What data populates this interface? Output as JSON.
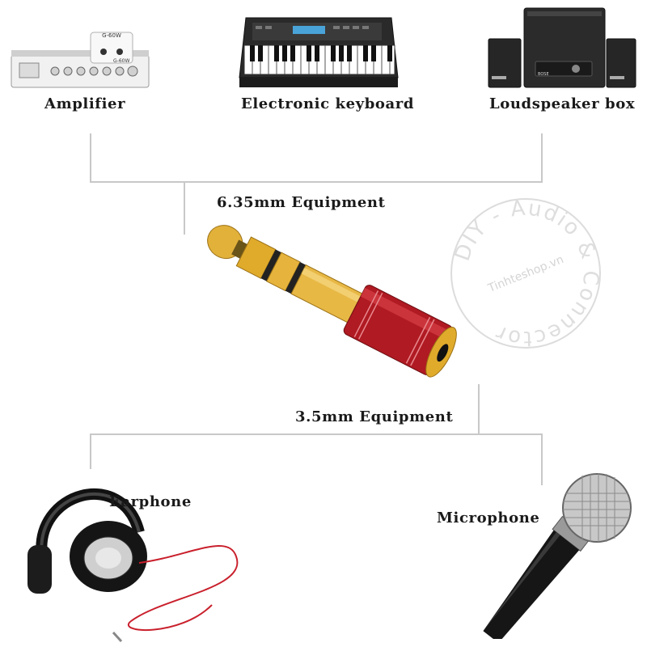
{
  "source_devices": {
    "amplifier": {
      "label": "Amplifier",
      "model_badge": "G-60W",
      "model_plate": "G-60W"
    },
    "keyboard": {
      "label": "Electronic keyboard"
    },
    "speaker": {
      "label": "Loudspeaker box",
      "brand_plate": "BOSE"
    }
  },
  "adapter": {
    "top_label": "6.35mm Equipment",
    "bottom_label": "3.5mm Equipment"
  },
  "target_devices": {
    "earphone": {
      "label": "Earphone"
    },
    "microphone": {
      "label": "Microphone"
    }
  },
  "watermark": {
    "ring_text": "DIY - Audio & Connector",
    "site": "Tinhteshop.vn"
  },
  "colors": {
    "connector_line": "#c8c8c8",
    "plug_gold": "#d9a11f",
    "adapter_red": "#b01a22",
    "label_text": "#1a1a1a"
  }
}
